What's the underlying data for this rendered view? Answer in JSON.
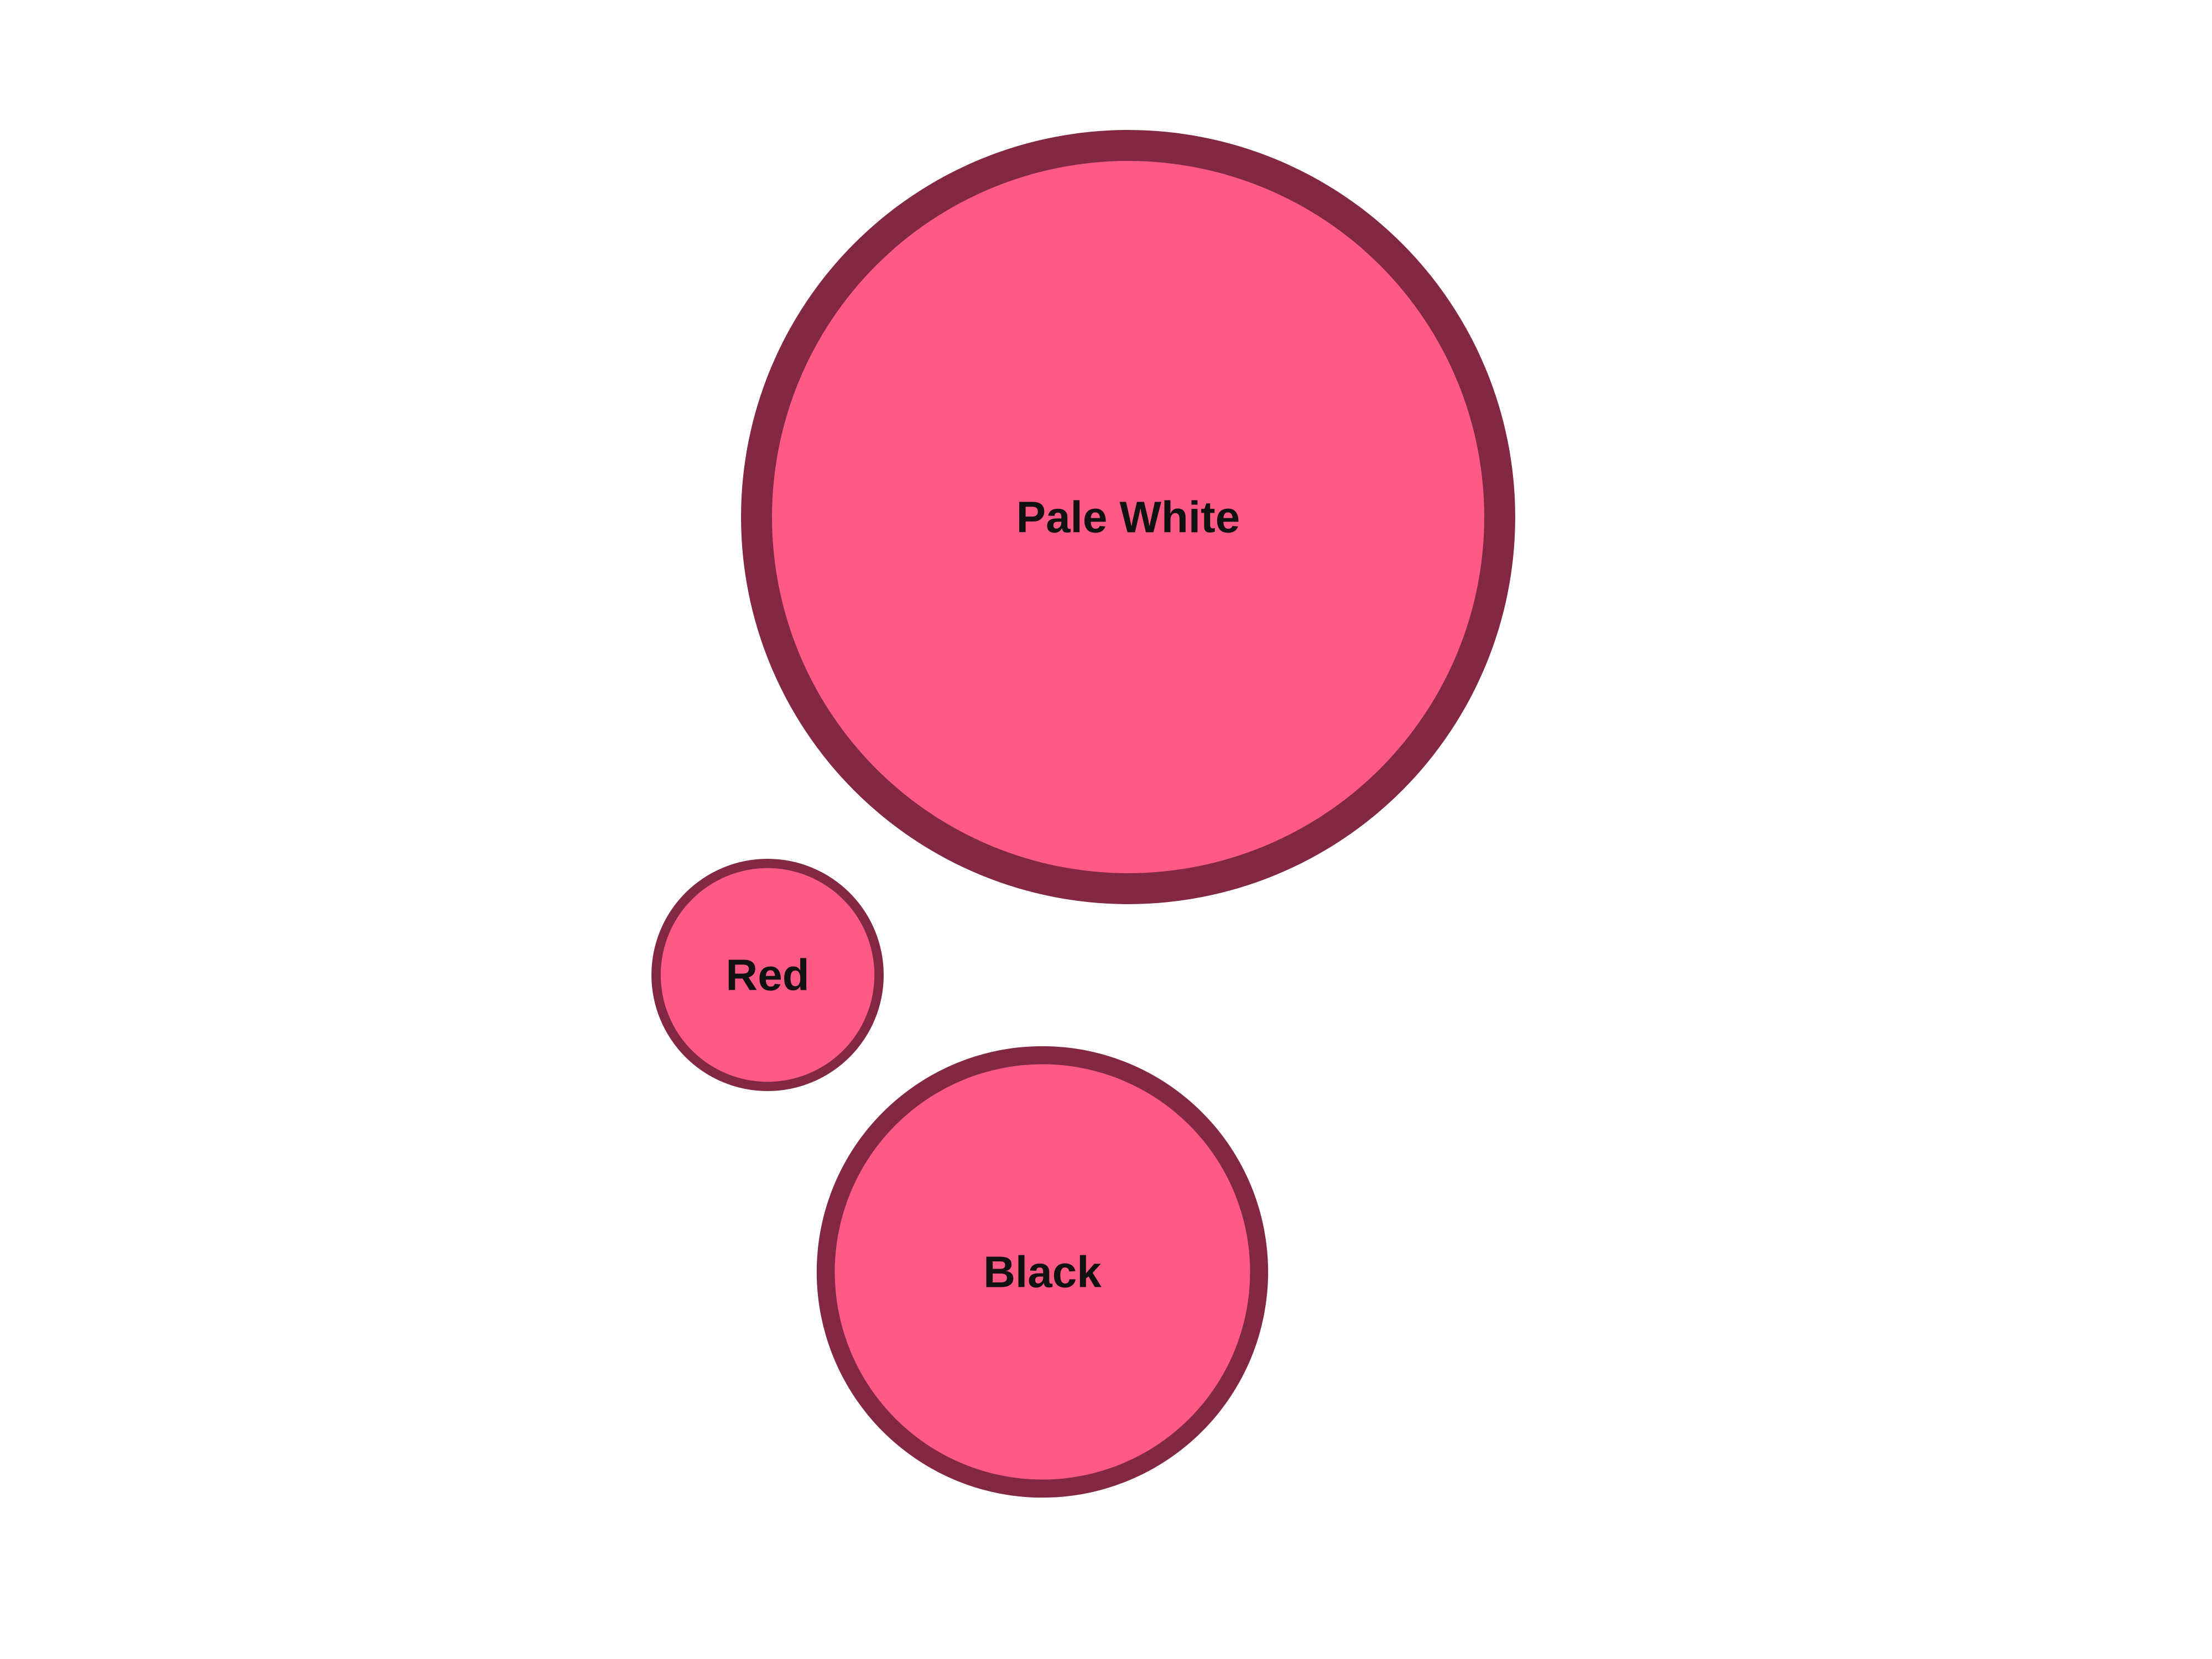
{
  "chart_data": {
    "type": "bubble",
    "title": "",
    "series": [
      {
        "points": [
          {
            "label": "Pale White",
            "value": 100
          },
          {
            "label": "Red",
            "value": 9
          },
          {
            "label": "Black",
            "value": 34
          }
        ]
      }
    ],
    "colors": {
      "fill": "#FF5986",
      "outline": "#822842",
      "label": "#111111",
      "background": "#FFFFFF"
    },
    "legend": "none",
    "grid": false
  }
}
